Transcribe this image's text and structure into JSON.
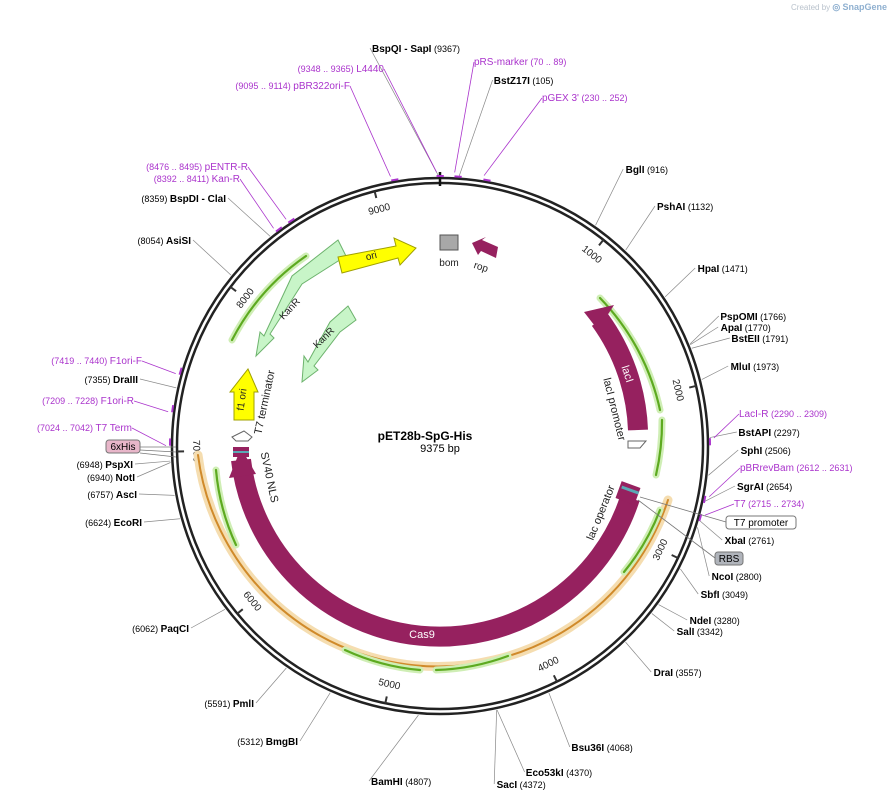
{
  "watermark": {
    "prefix": "Created by",
    "brand": "SnapGene"
  },
  "plasmid": {
    "name": "pET28b-SpG-His",
    "length_label": "9375 bp",
    "length": 9375
  },
  "colors": {
    "enzyme": "#555555",
    "primer": "#aa33cc",
    "backbone": "#222222",
    "feature": "#96215f",
    "orf": "#5daa20",
    "tick": "#333333"
  },
  "enzymes": [
    {
      "name": "BspQI",
      "suffix": "- SapI",
      "pos": "(9367)",
      "bp": 9367
    },
    {
      "name": "BstZ17I",
      "pos": "(105)",
      "bp": 105
    },
    {
      "name": "BglI",
      "pos": "(916)",
      "bp": 916
    },
    {
      "name": "PshAI",
      "pos": "(1132)",
      "bp": 1132
    },
    {
      "name": "HpaI",
      "pos": "(1471)",
      "bp": 1471
    },
    {
      "name": "PspOMI",
      "pos": "(1766)",
      "bp": 1766
    },
    {
      "name": "ApaI",
      "pos": "(1770)",
      "bp": 1770
    },
    {
      "name": "BstEII",
      "pos": "(1791)",
      "bp": 1791
    },
    {
      "name": "MluI",
      "pos": "(1973)",
      "bp": 1973
    },
    {
      "name": "BstAPI",
      "pos": "(2297)",
      "bp": 2297
    },
    {
      "name": "SphI",
      "pos": "(2506)",
      "bp": 2506
    },
    {
      "name": "SgrAI",
      "pos": "(2654)",
      "bp": 2654
    },
    {
      "name": "XbaI",
      "pos": "(2761)",
      "bp": 2761
    },
    {
      "name": "NcoI",
      "pos": "(2800)",
      "bp": 2800
    },
    {
      "name": "SbfI",
      "pos": "(3049)",
      "bp": 3049
    },
    {
      "name": "NdeI",
      "pos": "(3280)",
      "bp": 3280
    },
    {
      "name": "SalI",
      "pos": "(3342)",
      "bp": 3342
    },
    {
      "name": "DraI",
      "pos": "(3557)",
      "bp": 3557
    },
    {
      "name": "Bsu36I",
      "pos": "(4068)",
      "bp": 4068
    },
    {
      "name": "Eco53kI",
      "pos": "(4370)",
      "bp": 4370
    },
    {
      "name": "SacI",
      "pos": "(4372)",
      "bp": 4372
    },
    {
      "name": "BamHI",
      "pos": "(4807)",
      "bp": 4807
    },
    {
      "name": "BmgBI",
      "pos": "(5312)",
      "bp": 5312
    },
    {
      "name": "PmlI",
      "pos": "(5591)",
      "bp": 5591
    },
    {
      "name": "PaqCI",
      "pos": "(6062)",
      "bp": 6062
    },
    {
      "name": "EcoRI",
      "pos": "(6624)",
      "bp": 6624
    },
    {
      "name": "AscI",
      "pos": "(6757)",
      "bp": 6757
    },
    {
      "name": "NotI",
      "pos": "(6940)",
      "bp": 6940
    },
    {
      "name": "PspXI",
      "pos": "(6948)",
      "bp": 6948
    },
    {
      "name": "DraIII",
      "pos": "(7355)",
      "bp": 7355
    },
    {
      "name": "AsiSI",
      "pos": "(8054)",
      "bp": 8054
    },
    {
      "name": "BspDI",
      "suffix": "- ClaI",
      "pos": "(8359)",
      "bp": 8359
    }
  ],
  "primers": [
    {
      "name": "L4440",
      "pos": "(9348 .. 9365)",
      "bp": 9356
    },
    {
      "name": "pBR322ori-F",
      "pos": "(9095 .. 9114)",
      "bp": 9104
    },
    {
      "name": "pRS-marker",
      "pos": "(70 .. 89)",
      "bp": 80
    },
    {
      "name": "pGEX 3'",
      "pos": "(230 .. 252)",
      "bp": 241
    },
    {
      "name": "pENTR-R",
      "pos": "(8476 .. 8495)",
      "bp": 8485
    },
    {
      "name": "Kan-R",
      "pos": "(8392 .. 8411)",
      "bp": 8401
    },
    {
      "name": "LacI-R",
      "pos": "(2290 .. 2309)",
      "bp": 2300
    },
    {
      "name": "pBRrevBam",
      "pos": "(2612 .. 2631)",
      "bp": 2621
    },
    {
      "name": "T7",
      "pos": "(2715 .. 2734)",
      "bp": 2724
    },
    {
      "name": "F1ori-F",
      "pos": "(7419 .. 7440)",
      "bp": 7430
    },
    {
      "name": "F1ori-R",
      "pos": "(7209 .. 7228)",
      "bp": 7218
    },
    {
      "name": "T7 Term",
      "pos": "(7024 .. 7042)",
      "bp": 7033
    }
  ],
  "boxed_features": [
    {
      "name": "6xHis",
      "style": "his"
    },
    {
      "name": "T7 promoter",
      "style": "white"
    },
    {
      "name": "RBS",
      "style": "gray"
    }
  ],
  "ticks": [
    {
      "label": "1000",
      "bp": 1000
    },
    {
      "label": "2000",
      "bp": 2000
    },
    {
      "label": "3000",
      "bp": 3000
    },
    {
      "label": "4000",
      "bp": 4000
    },
    {
      "label": "5000",
      "bp": 5000
    },
    {
      "label": "6000",
      "bp": 6000
    },
    {
      "label": "7000",
      "bp": 7000
    },
    {
      "label": "8000",
      "bp": 8000
    },
    {
      "label": "9000",
      "bp": 9000
    }
  ],
  "features": {
    "lacI": "lacI",
    "lacI_promoter": "lacI promoter",
    "lac_operator": "lac operator",
    "cas9": "Cas9",
    "sv40_nls": "SV40 NLS",
    "t7_terminator": "T7 terminator",
    "f1_ori": "f1 ori",
    "kanR_outer": "KanR",
    "kanR_inner": "KanR",
    "ori": "ori",
    "bom": "bom",
    "rop": "rop"
  }
}
